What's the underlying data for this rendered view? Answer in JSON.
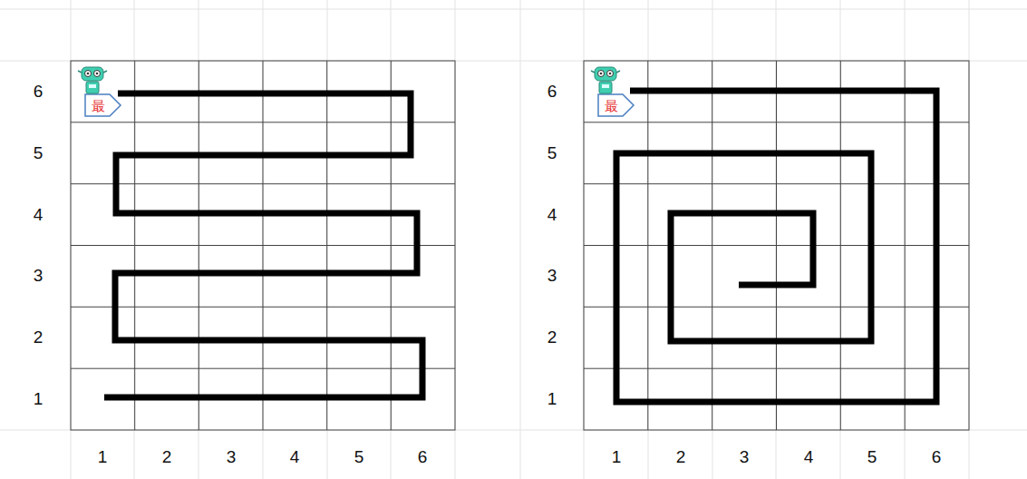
{
  "diagram": {
    "labels": [
      "6",
      "5",
      "4",
      "3",
      "2",
      "1",
      "1",
      "2",
      "3",
      "4",
      "5",
      "6",
      "最",
      "6",
      "5",
      "4",
      "3",
      "2",
      "1",
      "1",
      "2",
      "3",
      "4",
      "5",
      "6",
      "最"
    ]
  }
}
